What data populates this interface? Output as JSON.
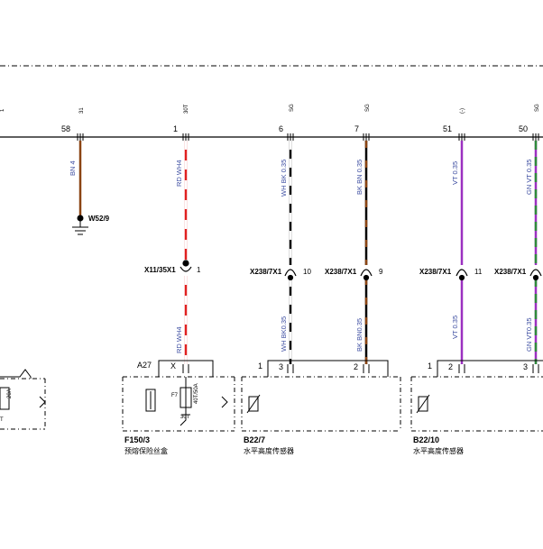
{
  "colors": {
    "line": "#000000",
    "wire_label": "#3a4ba0",
    "brown": "#8b4513",
    "red": "#e02020",
    "violet": "#9b30c0",
    "green": "#2e8b3a"
  },
  "bus": {
    "pins": [
      {
        "num": "58",
        "tag": "31"
      },
      {
        "num": "1",
        "tag": "30T"
      },
      {
        "num": "6",
        "tag": "SG"
      },
      {
        "num": "7",
        "tag": "SG"
      },
      {
        "num": "51",
        "tag": "(-)"
      },
      {
        "num": "50",
        "tag": "SG"
      }
    ]
  },
  "wires": {
    "w58": "BN  4",
    "w1_top": "RD WH4",
    "w1_bot": "RD WH4",
    "w6_top": "WH BK 0.35",
    "w6_bot": "WH BK0.35",
    "w7_top": "BK BN 0.35",
    "w7_bot": "BK BN0.35",
    "w51_top": "VT  0.35",
    "w51_bot": "VT  0.35",
    "w50_top": "GN VT 0.35",
    "w50_bot": "GN VT0.35"
  },
  "ground": {
    "label": "W52/9"
  },
  "connectors": [
    {
      "name": "X11/35X1",
      "pin": "1"
    },
    {
      "name": "X238/7X1",
      "pin": "10"
    },
    {
      "name": "X238/7X1",
      "pin": "9"
    },
    {
      "name": "X238/7X1",
      "pin": "11"
    },
    {
      "name": "X238/7X1",
      "pin": ""
    }
  ],
  "components": {
    "left_partial": {
      "fuse_rating": "20A",
      "terminal": "T"
    },
    "f150": {
      "id": "F150/3",
      "desc": "预熔保险丝盒",
      "ref": "A27",
      "pin_x": "X",
      "fuse": "F7",
      "fuse_rating": "40T/50A",
      "terminal": "30T"
    },
    "b22_7": {
      "id": "B22/7",
      "desc": "水平高度传感器",
      "pins": [
        "1",
        "3",
        "2"
      ]
    },
    "b22_10": {
      "id": "B22/10",
      "desc": "水平高度传感器",
      "pins": [
        "1",
        "2",
        "3"
      ]
    }
  }
}
